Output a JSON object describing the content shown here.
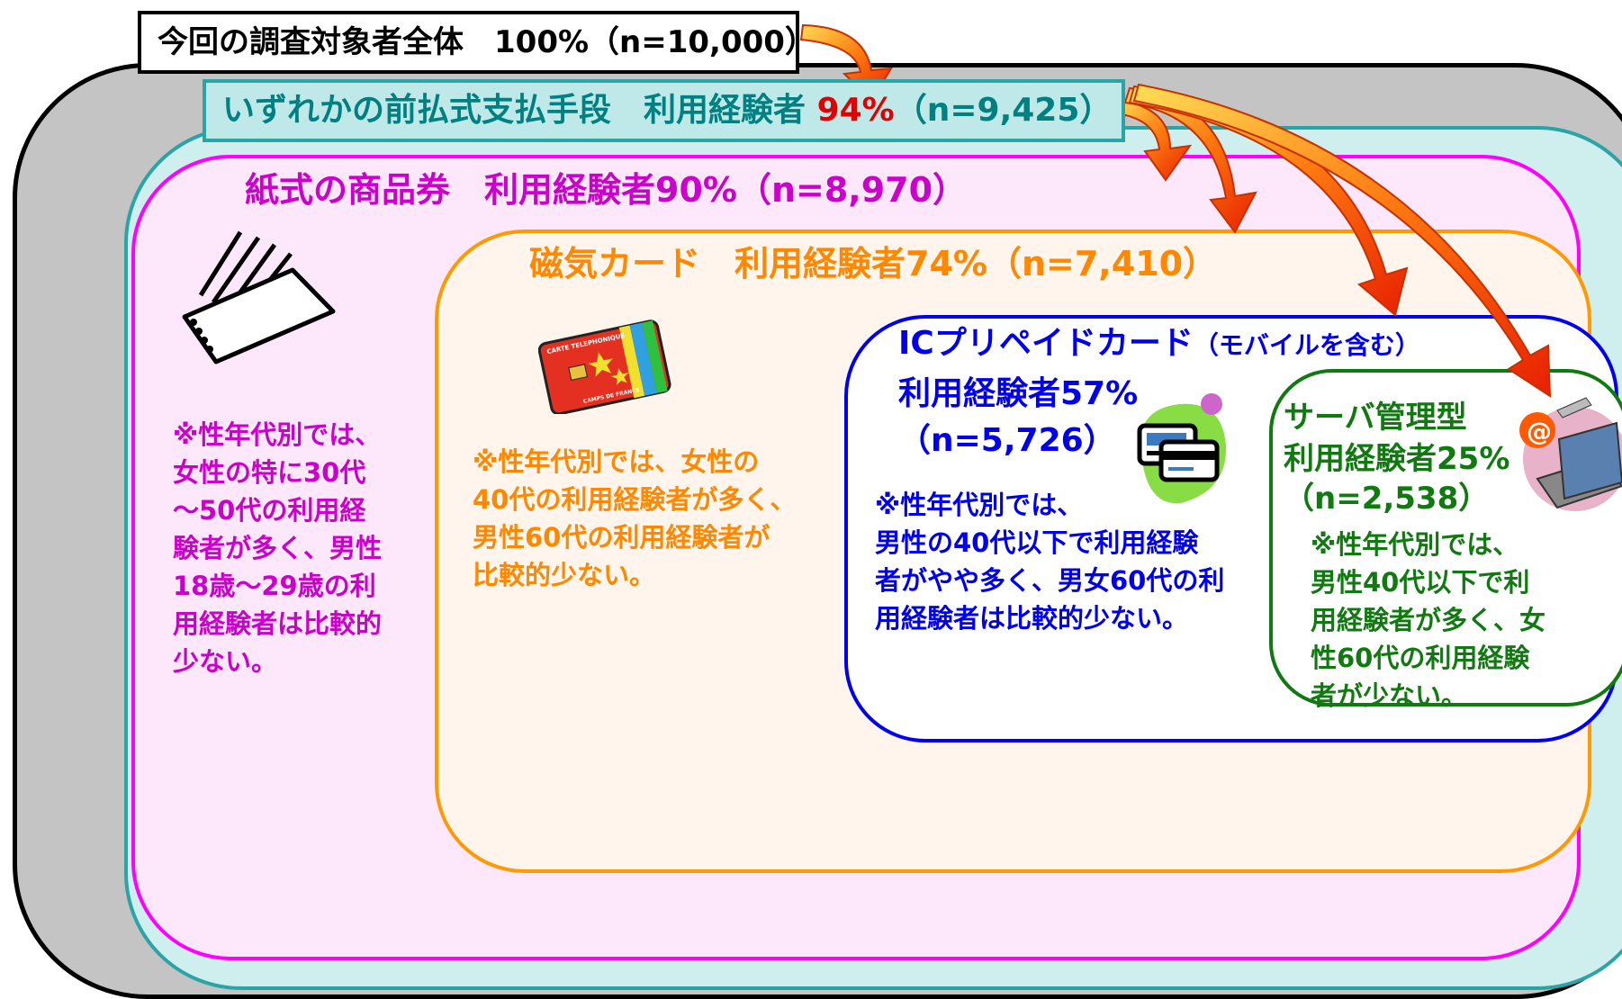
{
  "overall": {
    "label": "今回の調査対象者全体　100%（n=10,000）"
  },
  "prepaid": {
    "label": "いずれかの前払式支払手段　利用経験者",
    "pct": "94%",
    "n": "（n=9,425）"
  },
  "paper": {
    "label": "紙式の商品券　利用経験者90%（n=8,970）",
    "note": [
      "※性年代別では、",
      "女性の特に30代",
      "～50代の利用経",
      "験者が多く、男性",
      "18歳～29歳の利",
      "用経験者は比較的",
      "少ない。"
    ]
  },
  "magnetic": {
    "label": "磁気カード　利用経験者74%（n=7,410）",
    "note": [
      "※性年代別では、女性の",
      "40代の利用経験者が多く、",
      "男性60代の利用経験者が",
      "比較的少ない。"
    ],
    "card_text_top": "CARTE TELEPHONIQUE",
    "card_text_bottom": "CAMPS DE FRANCE"
  },
  "ic": {
    "label_main": "ICプリペイドカード",
    "label_sub": "（モバイルを含む）",
    "line2": "利用経験者57%",
    "line3": "（n=5,726）",
    "note": [
      "※性年代別では、",
      "男性の40代以下で利用経験",
      "者がやや多く、男女60代の利",
      "用経験者は比較的少ない。"
    ]
  },
  "server": {
    "line1": "サーバ管理型",
    "line2": "利用経験者25%",
    "line3": "（n=2,538）",
    "note": [
      "※性年代別では、",
      "男性40代以下で利",
      "用経験者が多く、女",
      "性60代の利用経験",
      "者が少ない。"
    ]
  },
  "colors": {
    "overall_fill": "#c4c4c4",
    "prepaid": "#2aa4a4",
    "paper": "#ff00ff",
    "magnetic": "#ff9900",
    "ic": "#0000ee",
    "server": "#107a10",
    "highlight": "#e00000"
  }
}
